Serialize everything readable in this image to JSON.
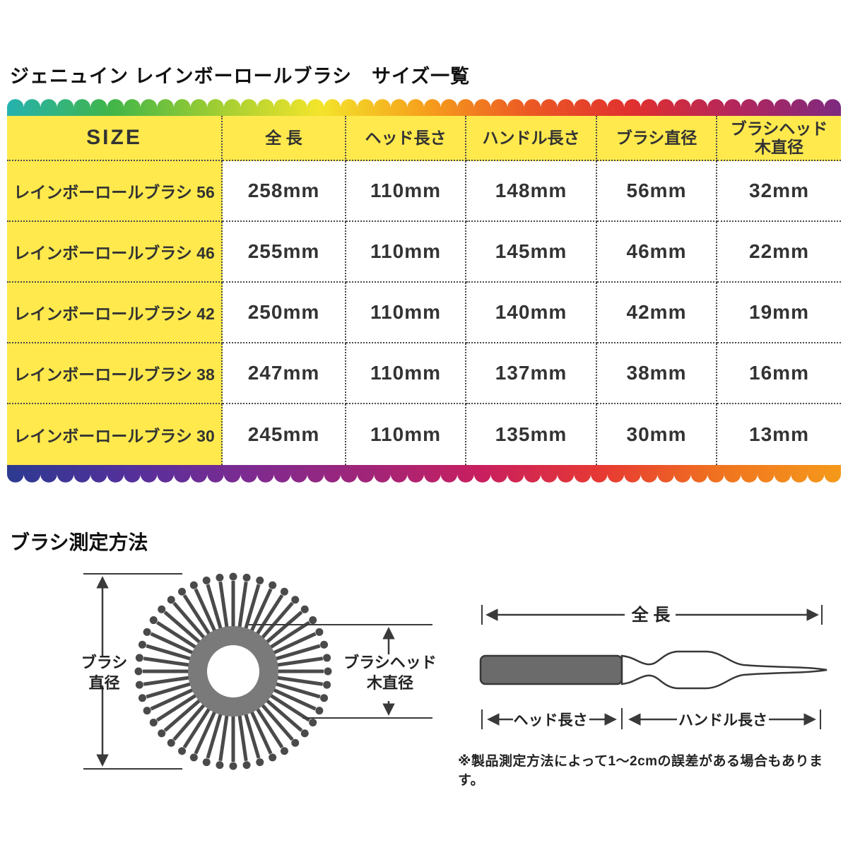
{
  "page": {
    "title": "ジェニュイン レインボーロールブラシ　サイズ一覧"
  },
  "table": {
    "headers": [
      "SIZE",
      "全 長",
      "ヘッド長さ",
      "ハンドル長さ",
      "ブラシ直径",
      "ブラシヘッド\n木直径"
    ],
    "rows": [
      {
        "size": "レインボーロールブラシ 56",
        "values": [
          "258mm",
          "110mm",
          "148mm",
          "56mm",
          "32mm"
        ]
      },
      {
        "size": "レインボーロールブラシ 46",
        "values": [
          "255mm",
          "110mm",
          "145mm",
          "46mm",
          "22mm"
        ]
      },
      {
        "size": "レインボーロールブラシ 42",
        "values": [
          "250mm",
          "110mm",
          "140mm",
          "42mm",
          "19mm"
        ]
      },
      {
        "size": "レインボーロールブラシ 38",
        "values": [
          "247mm",
          "110mm",
          "137mm",
          "38mm",
          "16mm"
        ]
      },
      {
        "size": "レインボーロールブラシ 30",
        "values": [
          "245mm",
          "110mm",
          "135mm",
          "30mm",
          "13mm"
        ]
      }
    ]
  },
  "measurement": {
    "heading": "ブラシ測定方法",
    "labels": {
      "brush_diameter": "ブラシ\n直径",
      "head_wood_diameter": "ブラシヘッド\n木直径",
      "total_length": "全 長",
      "head_length": "ヘッド長さ",
      "handle_length": "ハンドル長さ"
    },
    "note": "※製品測定方法によって1〜2cmの誤差がある場合もあります。"
  },
  "colors": {
    "table_yellow": "#ffe94d",
    "rainbow_top": [
      "#25b2af",
      "#41b549",
      "#9ecd32",
      "#f3e52b",
      "#f6a01c",
      "#ec5a24",
      "#e0302f",
      "#b3265c",
      "#7d2a80"
    ],
    "rainbow_bottom": [
      "#2c3a90",
      "#53309b",
      "#7c2b91",
      "#a02579",
      "#c91f5e",
      "#e73a33",
      "#f0741f",
      "#f59a1a"
    ]
  }
}
